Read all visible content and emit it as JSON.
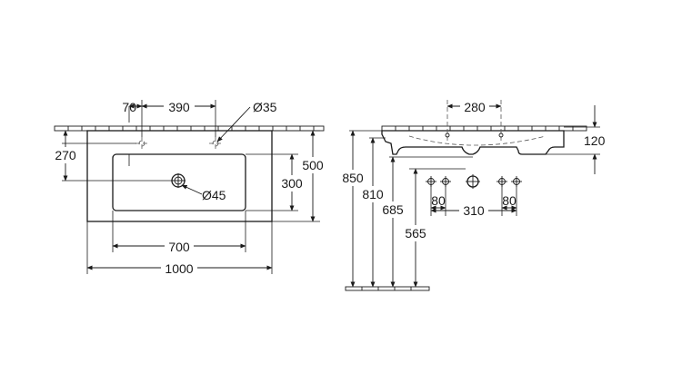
{
  "plan_view": {
    "dims": {
      "hole_offset": "70",
      "hole_spacing": "390",
      "hole_diameter": "Ø35",
      "tap_depth": "270",
      "depth": "500",
      "bowl_depth": "300",
      "drain_diameter": "Ø45",
      "bowl_width": "700",
      "overall_width": "1000"
    }
  },
  "side_view": {
    "dims": {
      "spacing_top": "280",
      "rim_thickness": "120",
      "height_850": "850",
      "height_810": "810",
      "height_685": "685",
      "height_565": "565",
      "wall_left": "80",
      "wall_right": "80",
      "wall_center": "310"
    }
  }
}
